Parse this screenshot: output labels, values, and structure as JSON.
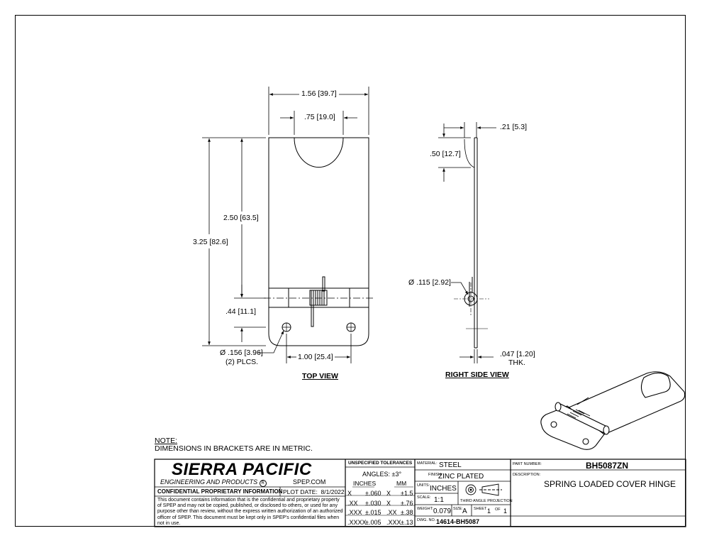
{
  "top_view": {
    "title": "TOP VIEW",
    "dims": {
      "width": [
        "1.56",
        "39.7"
      ],
      "notch": [
        ".75",
        "19.0"
      ],
      "overall_height": [
        "3.25",
        "82.6"
      ],
      "leaf_height": [
        "2.50",
        "63.5"
      ],
      "hole_offset": [
        ".44",
        "11.1"
      ],
      "hole_spacing": [
        "1.00",
        "25.4"
      ],
      "hole_dia": [
        "Ø .156",
        "3.96"
      ],
      "hole_qty": "(2) PLCS."
    }
  },
  "side_view": {
    "title": "RIGHT SIDE VIEW",
    "dims": {
      "offset": [
        ".21",
        "5.3"
      ],
      "notch_depth": [
        ".50",
        "12.7"
      ],
      "pin_dia": [
        "Ø .115",
        "2.92"
      ],
      "thickness": [
        ".047",
        "1.20"
      ],
      "thk_label": "THK."
    }
  },
  "note": {
    "heading": "NOTE:",
    "text": "DIMENSIONS IN BRACKETS ARE IN METRIC."
  },
  "title_block": {
    "company": "SIERRA PACIFIC",
    "subtitle": "ENGINEERING AND PRODUCTS",
    "registered": "R",
    "website": "SPEP.COM",
    "confidential_header": "CONFIDENTIAL PROPRIETARY INFORMATION",
    "plot_date_label": "PLOT DATE:",
    "plot_date": "8/1/2022",
    "confidential_text": "This document contains information that is the confidential and proprietary property of SPEP and may not be copied, published, or disclosed to others, or used for any purpose  other than review, without the express written authorization of an authorized officer of SPEP. This document must be kept only in SPEP's confidential files when not in use.",
    "tolerances": {
      "header": "UNSPECIFIED TOLERANCES",
      "angles": "ANGLES: ±3°",
      "inches_label": "INCHES",
      "mm_label": "MM",
      "rows": [
        {
          "in_fmt": "X",
          "in_tol": "±.060",
          "mm_fmt": "X",
          "mm_tol": "±1.5"
        },
        {
          "in_fmt": ".XX",
          "in_tol": "±.030",
          "mm_fmt": "X",
          "mm_tol": "±.76"
        },
        {
          "in_fmt": ".XXX",
          "in_tol": "±.015",
          "mm_fmt": ".XX",
          "mm_tol": "±.38"
        },
        {
          "in_fmt": ".XXXX",
          "in_tol": "±.005",
          "mm_fmt": ".XXX",
          "mm_tol": "±.13"
        }
      ]
    },
    "material_label": "MATERIAL:",
    "material": "STEEL",
    "finish_label": "FINISH:",
    "finish": "ZINC PLATED",
    "units_label": "UNITS:",
    "units": "INCHES",
    "scale_label": "SCALE:",
    "scale": "1:1",
    "projection_label": "THIRD ANGLE PROJECTION",
    "weight_label": "WEIGHT:",
    "weight": "0.079",
    "size_label": "SIZE:",
    "size": "A",
    "sheet_label": "SHEET",
    "sheet": "1",
    "of_label": "OF",
    "sheet_total": "1",
    "dwg_label": "DWG. NO.",
    "dwg_no": "14614-BH5087",
    "part_label": "PART NUMBER:",
    "part_number": "BH5087ZN",
    "desc_label": "DESCRIPTION:",
    "description": "SPRING LOADED COVER HINGE"
  }
}
